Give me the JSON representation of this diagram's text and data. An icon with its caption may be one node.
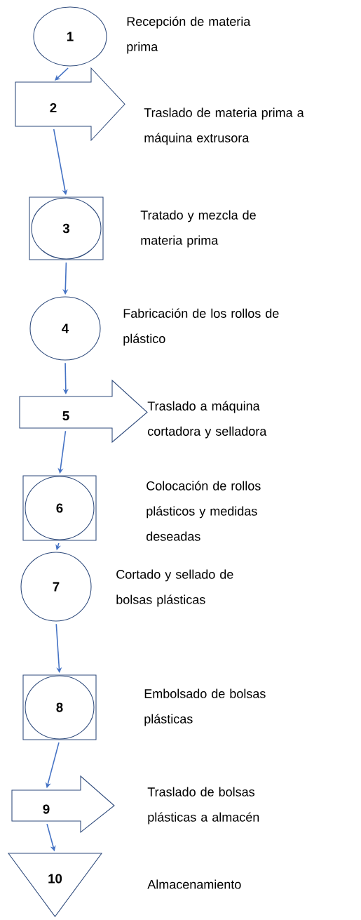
{
  "diagram": {
    "nodes": [
      {
        "text": [
          "1"
        ],
        "beside": [
          "Recepción de materia prima"
        ]
      },
      {
        "text": [
          "2"
        ],
        "beside": [
          "Traslado de materia prima a máquina extrusora"
        ]
      },
      {
        "text": [
          "3"
        ],
        "beside": [
          "Tratado y mezcla de materia prima"
        ]
      },
      {
        "text": [
          "4"
        ],
        "beside": [
          "Fabricación de los rollos de plástico"
        ]
      },
      {
        "text": [
          "5"
        ],
        "beside": [
          "Traslado a máquina cortadora y selladora"
        ]
      },
      {
        "text": [
          "6"
        ],
        "beside": [
          "Colocación de rollos plásticos y medidas deseadas"
        ]
      },
      {
        "text": [
          "7"
        ],
        "beside": [
          "Cortado y sellado de bolsas plásticas"
        ]
      },
      {
        "text": [
          "8"
        ],
        "beside": [
          "Embolsado de bolsas plásticas"
        ]
      },
      {
        "text": [
          "9"
        ],
        "beside": [
          "Traslado de bolsas plásticas a almacén"
        ]
      },
      {
        "text": [
          "10"
        ],
        "beside": [
          "Almacenamiento"
        ]
      }
    ],
    "edges": [
      {
        "from": 0,
        "to": 1,
        "arrow": "to"
      },
      {
        "from": 1,
        "to": 2,
        "arrow": "to"
      },
      {
        "from": 2,
        "to": 3,
        "arrow": "to"
      },
      {
        "from": 3,
        "to": 4,
        "arrow": "to"
      },
      {
        "from": 4,
        "to": 5,
        "arrow": "to"
      },
      {
        "from": 5,
        "to": 6,
        "arrow": "to"
      },
      {
        "from": 6,
        "to": 7,
        "arrow": "to"
      },
      {
        "from": 7,
        "to": 8,
        "arrow": "to"
      },
      {
        "from": 8,
        "to": 9,
        "arrow": "to"
      }
    ]
  }
}
